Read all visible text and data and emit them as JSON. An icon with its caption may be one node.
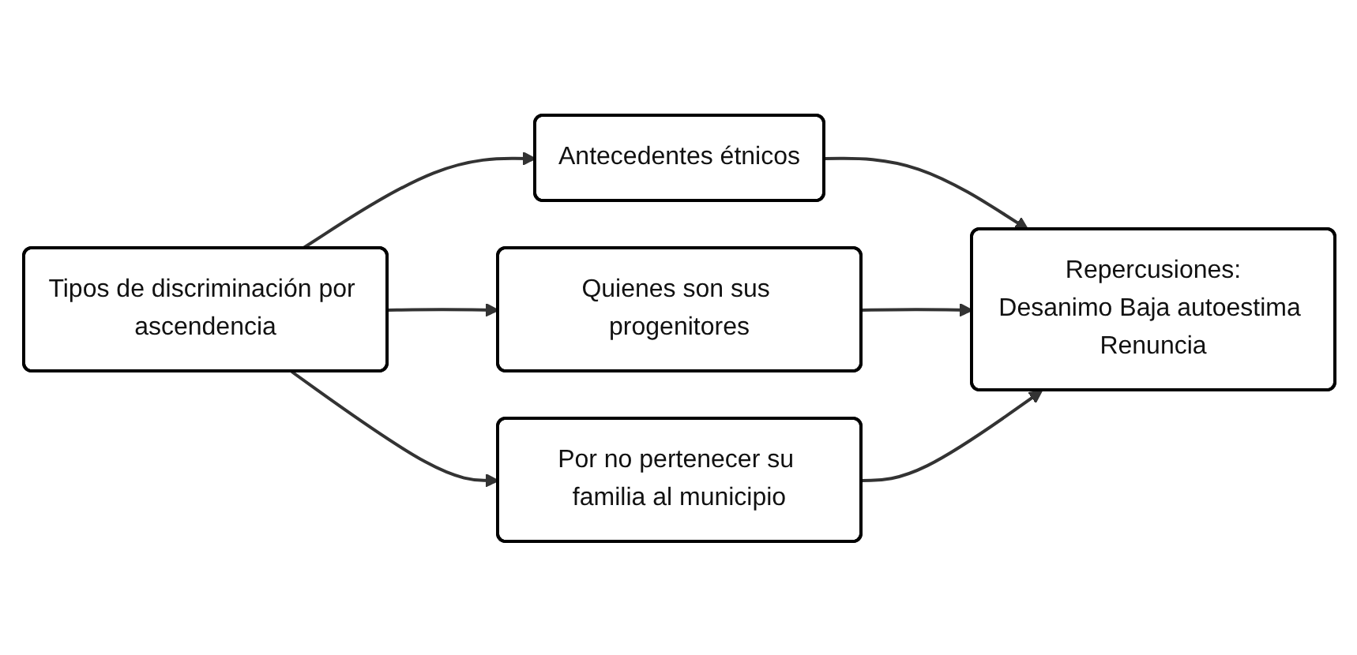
{
  "diagram": {
    "nodes": [
      {
        "text": [
          "Tipos de discriminación por ascendencia"
        ]
      },
      {
        "text": [
          "Antecedentes étnicos"
        ]
      },
      {
        "text": [
          "Quienes son sus progenitores"
        ]
      },
      {
        "text": [
          "Por no pertenecer su familia al municipio"
        ]
      },
      {
        "text": [
          "Repercusiones:",
          "Desanimo Baja autoestima Renuncia"
        ]
      }
    ],
    "edges": [
      {
        "from": 0,
        "to": 1,
        "arrow": "to"
      },
      {
        "from": 0,
        "to": 2,
        "arrow": "to"
      },
      {
        "from": 0,
        "to": 3,
        "arrow": "to"
      },
      {
        "from": 1,
        "to": 4,
        "arrow": "to"
      },
      {
        "from": 2,
        "to": 4,
        "arrow": "to"
      },
      {
        "from": 3,
        "to": 4,
        "arrow": "to"
      }
    ]
  }
}
